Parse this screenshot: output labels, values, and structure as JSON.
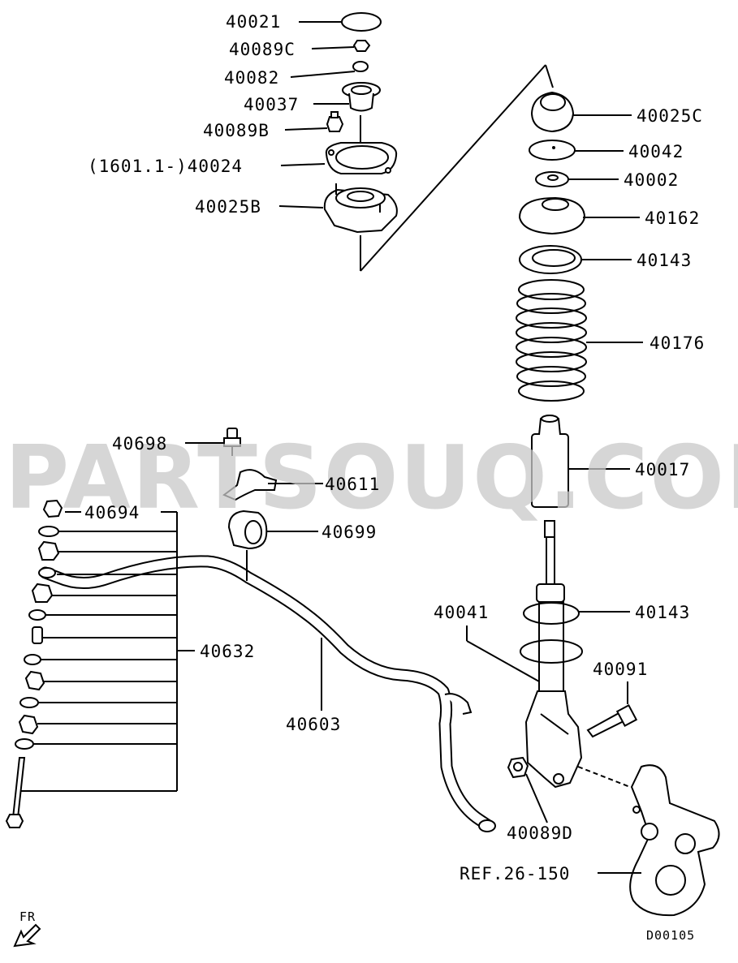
{
  "parts": {
    "p40021": "40021",
    "p40089C": "40089C",
    "p40082": "40082",
    "p40037": "40037",
    "p40089B": "40089B",
    "p40024": "(1601.1-)40024",
    "p40025B": "40025B",
    "p40025C": "40025C",
    "p40042": "40042",
    "p40002": "40002",
    "p40162": "40162",
    "p40143a": "40143",
    "p40176": "40176",
    "p40017": "40017",
    "p40143b": "40143",
    "p40041": "40041",
    "p40091": "40091",
    "p40089D": "40089D",
    "ref": "REF.26-150",
    "p40698": "40698",
    "p40611": "40611",
    "p40694": "40694",
    "p40699": "40699",
    "p40632": "40632",
    "p40603": "40603"
  },
  "direction_label": "FR",
  "diagram_code": "D00105",
  "watermark": "PARTSOUQ.COM"
}
